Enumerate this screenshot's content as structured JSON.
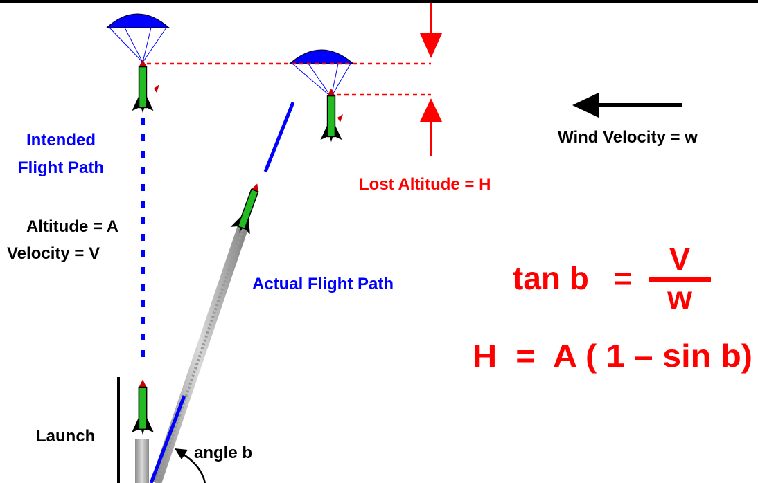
{
  "labels": {
    "intended_line1": "Intended",
    "intended_line2": "Flight  Path",
    "altitude": "Altitude = A",
    "velocity": "Velocity  = V",
    "actual_path": "Actual Flight Path",
    "lost_altitude": "Lost  Altitude = H",
    "wind_velocity": "Wind  Velocity  = w",
    "launch": "Launch",
    "angle": "angle  b"
  },
  "equations": {
    "tan_lhs": "tan b",
    "tan_eq": "=",
    "tan_num": "V",
    "tan_den": "w",
    "h_eq": "H  =  A ( 1 – sin b)"
  },
  "colors": {
    "text": "#000000",
    "accent_red": "#ff0000",
    "path_blue": "#0000ff",
    "body_green": "#22bb22",
    "exhaust_gray": "#a0a0a0"
  },
  "icons": [
    "parachute-icon",
    "rocket-icon",
    "wind-arrow-icon",
    "arc-arrow-icon"
  ]
}
